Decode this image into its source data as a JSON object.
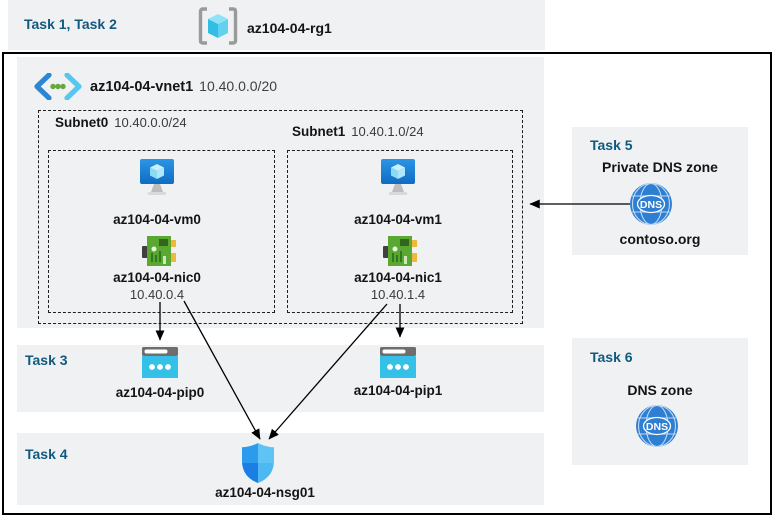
{
  "colors": {
    "task_text": "#11597f",
    "panel_gray": "#f0f1f2",
    "border_black": "#000000",
    "pip_cyan": "#35c0e8",
    "nic_green": "#5aa732",
    "vm_blue": "#1b87dd",
    "dns_blue": "#2e7fd2",
    "shield_blues": [
      "#2d9bed",
      "#5fc3f3",
      "#1a7ee2",
      "#4db9f2"
    ]
  },
  "header": {
    "tasks_label": "Task 1, Task 2",
    "resource_group": "az104-04-rg1"
  },
  "vnet": {
    "name": "az104-04-vnet1",
    "cidr": "10.40.0.0/20"
  },
  "subnets": [
    {
      "name": "Subnet0",
      "cidr": "10.40.0.0/24",
      "vm": "az104-04-vm0",
      "nic": "az104-04-nic0",
      "ip": "10.40.0.4"
    },
    {
      "name": "Subnet1",
      "cidr": "10.40.1.0/24",
      "vm": "az104-04-vm1",
      "nic": "az104-04-nic1",
      "ip": "10.40.1.4"
    }
  ],
  "task3": {
    "label": "Task 3",
    "pip0": "az104-04-pip0",
    "pip1": "az104-04-pip1"
  },
  "task4": {
    "label": "Task 4",
    "nsg": "az104-04-nsg01"
  },
  "task5": {
    "label": "Task 5",
    "title": "Private DNS zone",
    "zone_name": "contoso.org",
    "dns_icon_text": "DNS"
  },
  "task6": {
    "label": "Task 6",
    "title": "DNS zone",
    "dns_icon_text": "DNS"
  }
}
